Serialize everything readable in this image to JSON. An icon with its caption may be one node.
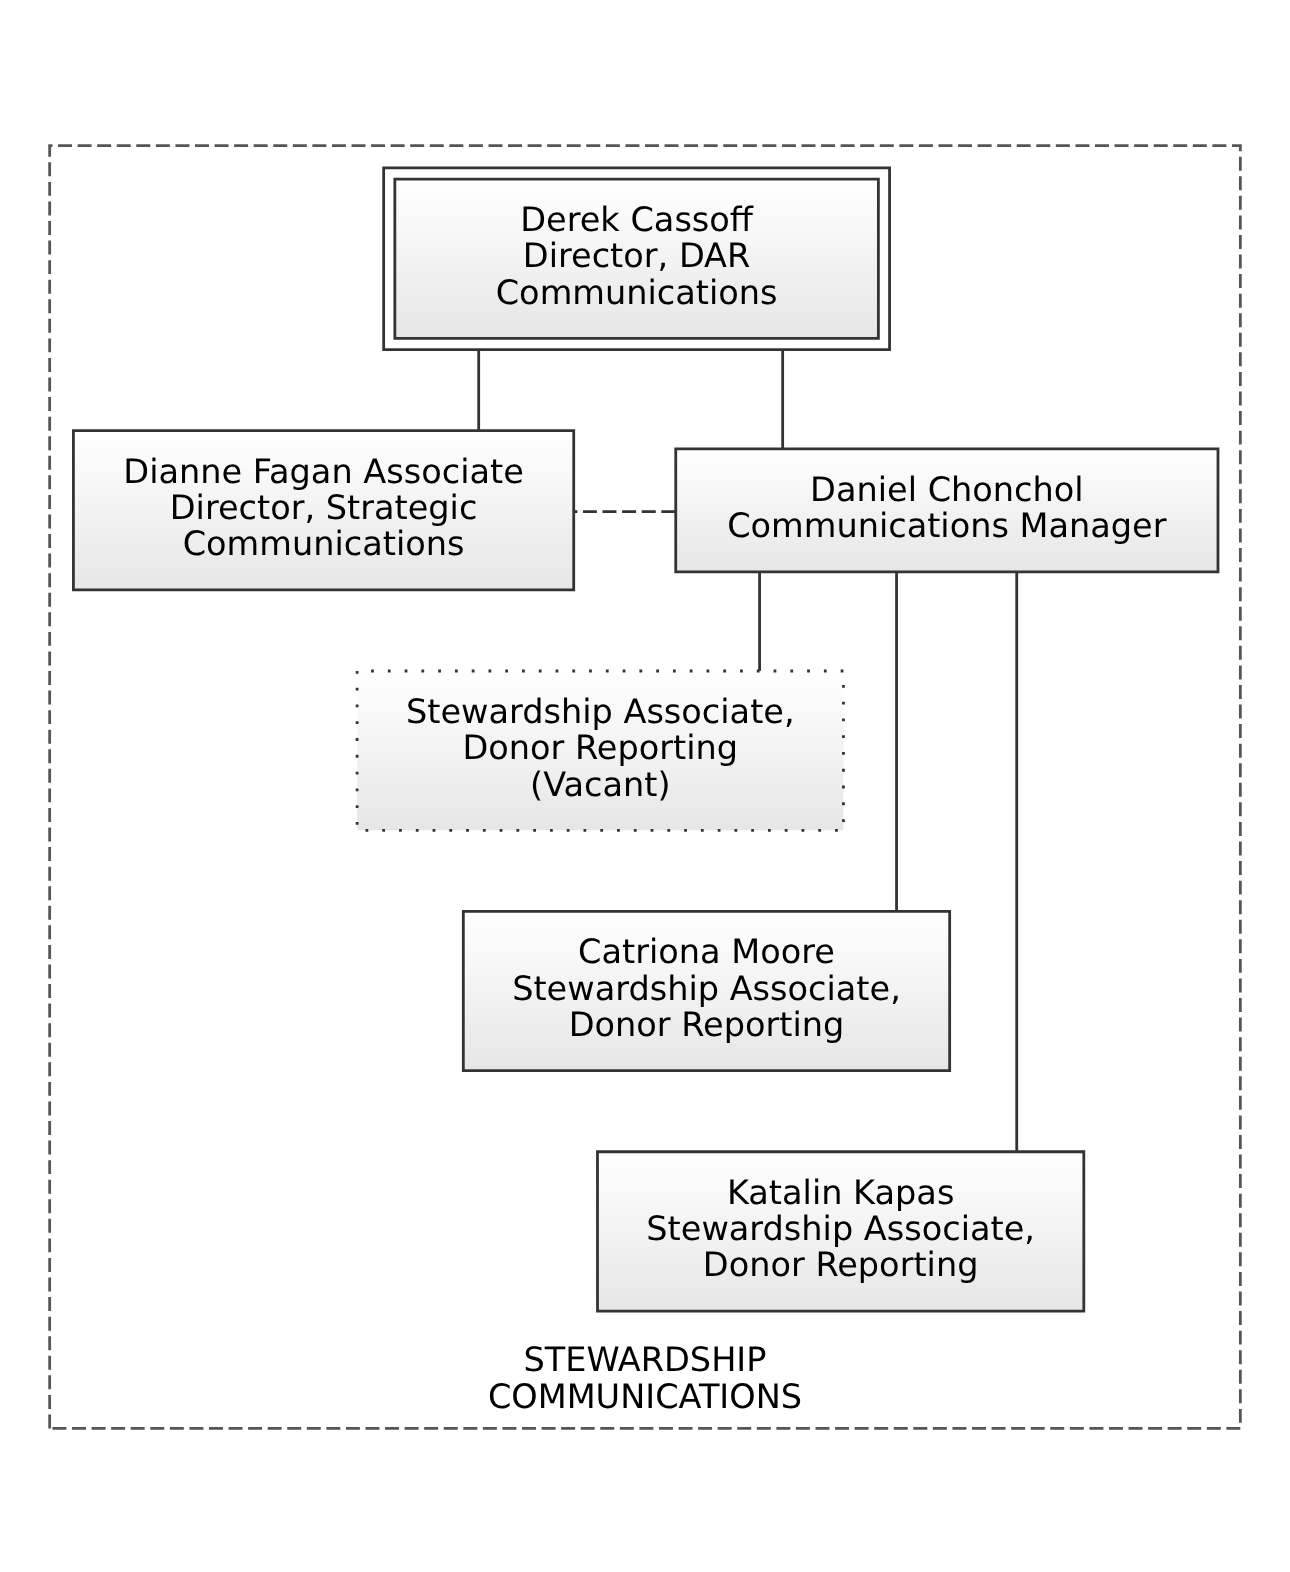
{
  "diagram": {
    "nodes": [
      {
        "text": [
          "STEWARDSHIP COMMUNICATIONS"
        ]
      },
      {
        "text": [
          "Derek Cassoff Director, DAR Communications"
        ],
        "in": 0
      },
      {
        "text": [
          "Dianne Fagan Associate Director, Strategic Communications"
        ],
        "in": 0
      },
      {
        "text": [
          "Daniel Chonchol Communications Manager"
        ],
        "in": 0
      },
      {
        "text": [
          "Stewardship Associate, Donor Reporting (Vacant)"
        ],
        "in": 0
      },
      {
        "text": [
          "Catriona Moore Stewardship Associate, Donor Reporting"
        ],
        "in": 0
      },
      {
        "text": [
          "Katalin Kapas Stewardship Associate, Donor Reporting"
        ],
        "in": 0
      }
    ],
    "edges": [
      {
        "from": 1,
        "to": 2,
        "arrow": "none"
      },
      {
        "from": 1,
        "to": 3,
        "arrow": "none"
      },
      {
        "from": 3,
        "to": 2,
        "arrow": "none",
        "style": "dashed"
      },
      {
        "from": 3,
        "to": 4,
        "arrow": "none"
      },
      {
        "from": 3,
        "to": 5,
        "arrow": "none"
      },
      {
        "from": 3,
        "to": 6,
        "arrow": "none"
      }
    ]
  }
}
